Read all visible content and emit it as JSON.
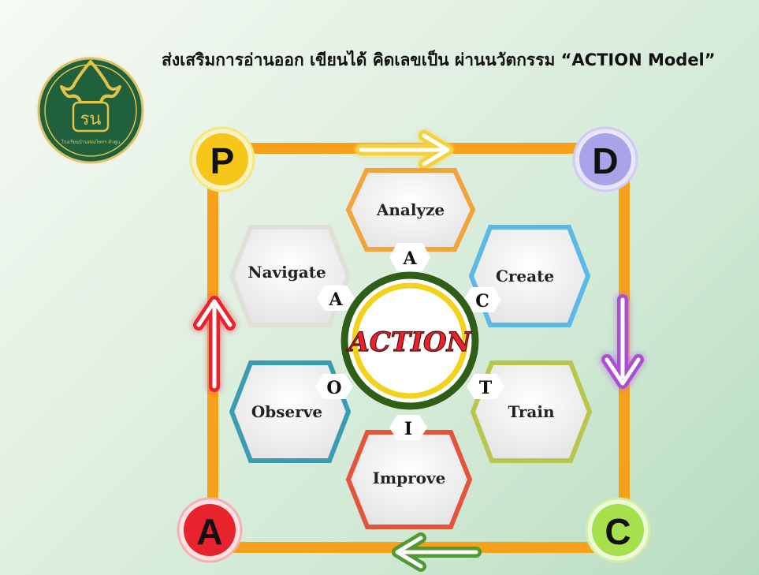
{
  "title": "ส่งเสริมการอ่านออก เขียนได้ คิดเลขเป็น ผ่านนวัตกรรม “ACTION Model”",
  "logo": {
    "initials": "รน",
    "motto": "โรงเรียนบ้านท่องไพรฯ ลำพูน"
  },
  "pdca": {
    "p": "P",
    "d": "D",
    "c": "C",
    "a": "A"
  },
  "center_label": "ACTION",
  "steps": {
    "analyze": {
      "label": "Analyze",
      "letter": "A",
      "color": "#f2a33a"
    },
    "create": {
      "label": "Create",
      "letter": "C",
      "color": "#5cb8e6"
    },
    "train": {
      "label": "Train",
      "letter": "T",
      "color": "#b9c64e"
    },
    "improve": {
      "label": "Improve",
      "letter": "I",
      "color": "#e2553a"
    },
    "observe": {
      "label": "Observe",
      "letter": "O",
      "color": "#3b9bb0"
    },
    "navigate": {
      "label": "Navigate",
      "letter": "A",
      "color": "#e0e0d8"
    }
  },
  "colors": {
    "frame": "#f7a11a",
    "p": "#f6c61b",
    "d": "#a9a4ea",
    "c": "#a6e04c",
    "a": "#e8232d",
    "logo_bg": "#21603d",
    "logo_gold": "#e3c44a"
  }
}
